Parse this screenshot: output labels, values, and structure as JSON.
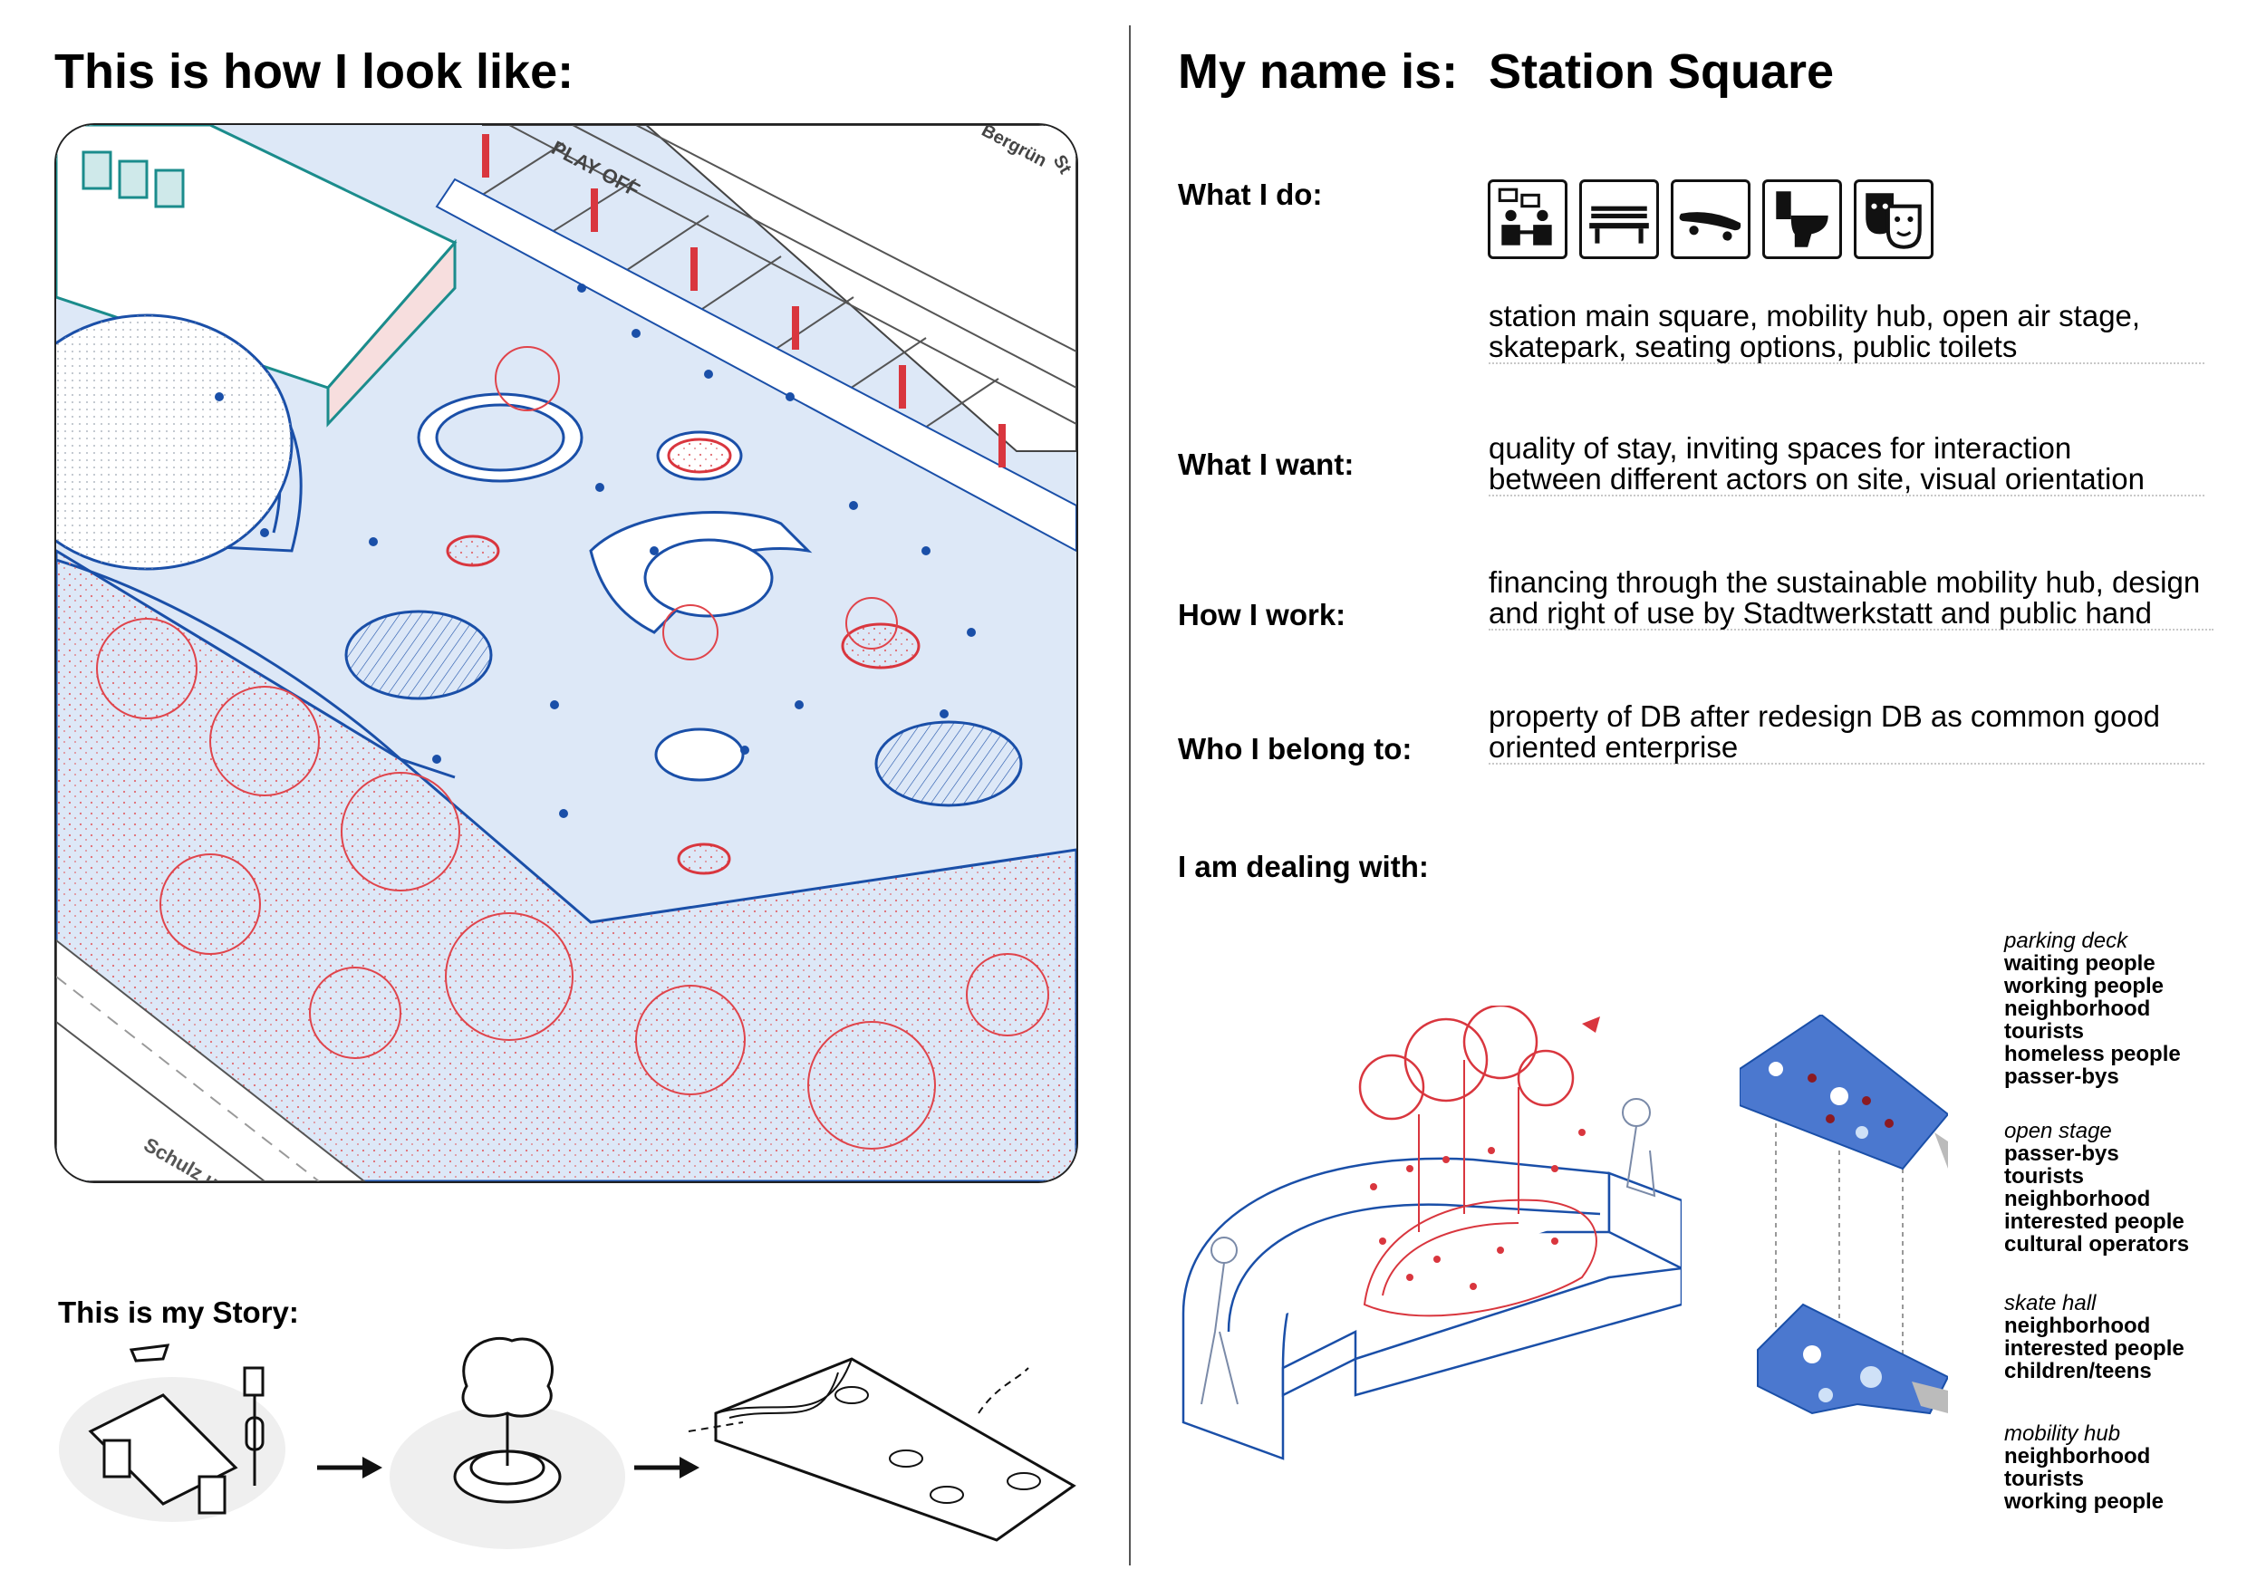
{
  "left": {
    "heading": "This is how I look like:",
    "story_heading": "This is my Story:",
    "map_labels": {
      "play_off": "PLAY OFF",
      "bergruen": "Bergrün",
      "st": "St",
      "schulz": "Schulz u."
    }
  },
  "right": {
    "name_label": "My name is:",
    "name_value": "Station Square",
    "rows": [
      {
        "label": "What I do:",
        "lines": [
          "station main square, mobility hub, open air stage,",
          "skatepark, seating options, public toilets"
        ]
      },
      {
        "label": "What I want:",
        "lines": [
          "quality of stay, inviting spaces for interaction",
          "between different actors on site, visual orientation"
        ]
      },
      {
        "label": "How I work:",
        "lines": [
          "financing through the sustainable mobility hub, design",
          "and right of use by Stadtwerkstatt and public hand"
        ]
      },
      {
        "label": "Who I belong to:",
        "lines": [
          "property of DB after redesign DB as common good",
          "oriented enterprise"
        ]
      }
    ],
    "dealing_label": "I am dealing with:",
    "icons": [
      "meeting-icon",
      "bench-icon",
      "skateboard-icon",
      "toilet-icon",
      "theatre-masks-icon"
    ],
    "actors": [
      {
        "place": "parking deck",
        "people": [
          "waiting people",
          "working people",
          "neighborhood",
          "tourists",
          "homeless people",
          "passer-bys"
        ]
      },
      {
        "place": "open stage",
        "people": [
          "passer-bys",
          "tourists",
          "neighborhood",
          "interested people",
          "cultural operators"
        ]
      },
      {
        "place": "skate hall",
        "people": [
          "neighborhood",
          "interested people",
          "children/teens"
        ]
      },
      {
        "place": "mobility hub",
        "people": [
          "neighborhood",
          "tourists",
          "working people"
        ]
      }
    ]
  },
  "colors": {
    "blue_fill": "#dde8f7",
    "blue_line": "#1a4fa8",
    "red_line": "#d9363e",
    "teal": "#1b8c8c"
  }
}
